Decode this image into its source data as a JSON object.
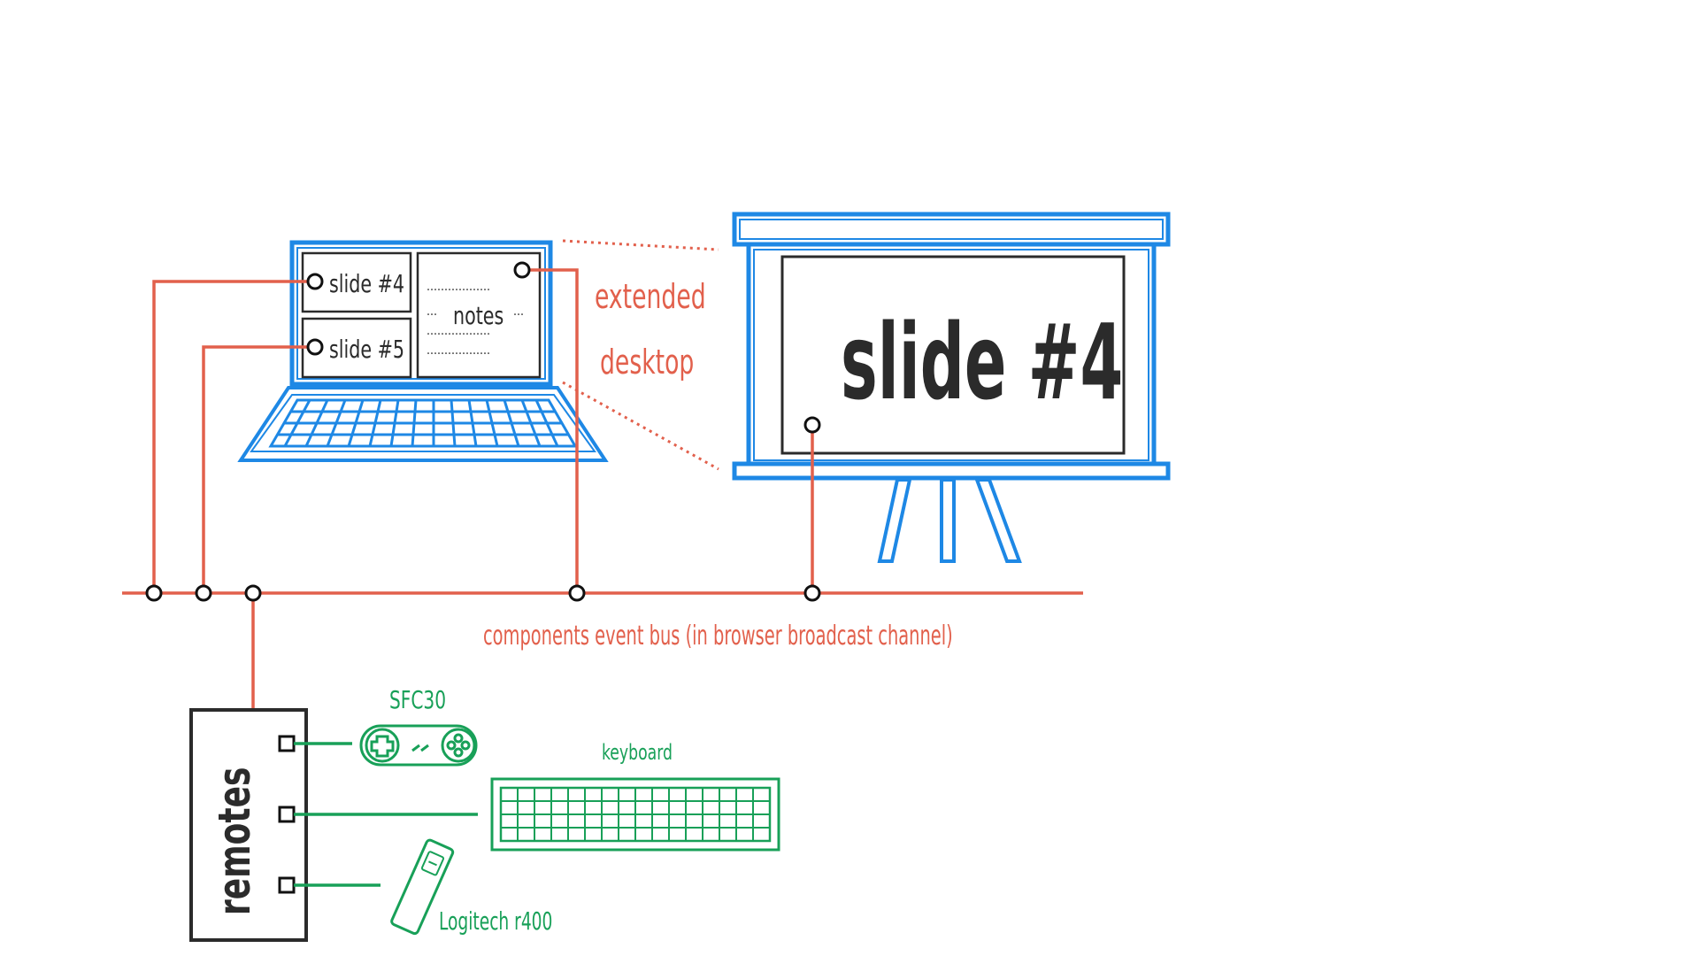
{
  "laptop": {
    "pane_current_label": "slide #4",
    "pane_next_label": "slide #5",
    "notes_label": "notes",
    "notes_dots": "··················",
    "notes_side_dots": "···"
  },
  "extended_desktop": {
    "line1": "extended",
    "line2": "desktop"
  },
  "projector": {
    "slide_label": "slide #4"
  },
  "bus": {
    "label": "components event bus (in browser broadcast channel)"
  },
  "remotes": {
    "label": "remotes",
    "devices": {
      "gamepad": "SFC30",
      "keyboard": "keyboard",
      "presenter": "Logitech r400"
    }
  },
  "colors": {
    "blue": "#1e88e5",
    "red": "#e2604c",
    "green": "#18a058",
    "ink": "#2b2b2b"
  }
}
